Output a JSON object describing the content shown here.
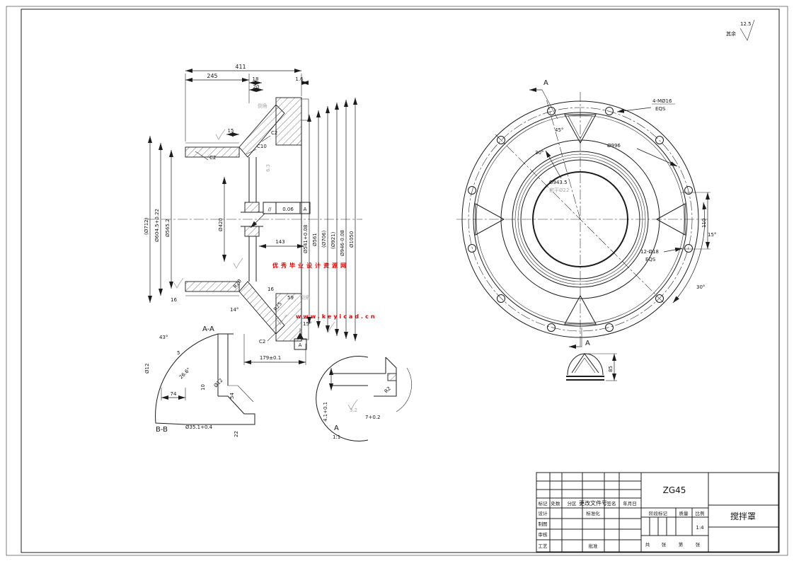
{
  "frame": {
    "note_rest": "其余",
    "note_rough": "12.5"
  },
  "watermark": {
    "line1": "优秀毕业设计资源网",
    "line2": "www.keyicad.cn",
    "color": "#f20000"
  },
  "left_view": {
    "d411": "411",
    "d245": "245",
    "d18": "18",
    "d20": "20",
    "d1_6": "1.6",
    "d15": "15",
    "c2_top": "C2",
    "c10": "C10",
    "c2_left": "C2",
    "chamfer_note": "倒角",
    "rough63": "6.3",
    "d712": "(Ø712)",
    "d604": "Ø604.5+0.22",
    "d565": "Ø565.2",
    "d420": "Ø420",
    "fcf_sym": "//",
    "fcf_val": "0.06",
    "fcf_datum": "A",
    "d143": "143",
    "d541": "Ø541+0.08",
    "d561": "Ø561",
    "d706": "(Ø706)",
    "d921": "(Ø921)",
    "d946": "Ø946-0.08",
    "d1050": "Ø1050",
    "d179": "179±0.1",
    "a14": "14°",
    "d16a": "16",
    "d16b": "16",
    "d59": "59",
    "chamfer_note2": "倒角",
    "r25": "R25",
    "r20": "R20",
    "a15": "15°",
    "c2_bot": "C2",
    "datum": "A",
    "aa": "A-A"
  },
  "section_bb": {
    "bb": "B-B",
    "a43": "43°",
    "d5": "5",
    "dia12a": "Ø12",
    "a26": "26.6°",
    "d74": "74",
    "d10": "10",
    "dia12b": "Ø12",
    "d54": "54",
    "d351": "Ø35.1+0.4",
    "d22": "22"
  },
  "detail_a": {
    "label": "A",
    "scale": "1:1",
    "d41": "4.1+0.1",
    "d7": "7+0.2",
    "r2": "R2",
    "rough": "3.2"
  },
  "right_view": {
    "sec_a_top": "A",
    "sec_a_bot": "A",
    "m16": "4-MØ16",
    "eqs": "EQS",
    "d996": "Ø996",
    "a45": "45°",
    "a30": "30°",
    "d9435": "Ø943.5",
    "spotface": "锪平Ø22",
    "d1218": "12-Ø18",
    "eqs2": "EQS",
    "d110": "110",
    "a15": "15°",
    "a30b": "30°",
    "d85": "85"
  },
  "title_block": {
    "material": "ZG45",
    "part_name": "搅拌罩",
    "scale": "1:4",
    "h_mark": "标记",
    "h_count": "处数",
    "h_zone": "分区",
    "h_doc": "更改文件号",
    "h_sign": "签名",
    "h_date": "年月日",
    "r_design": "设计",
    "r_draw": "制图",
    "r_check": "审核",
    "r_process": "工艺",
    "std": "标准化",
    "approve": "批准",
    "stage": "阶段标记",
    "mass": "质量",
    "ratio": "比例",
    "sheet_total": "共",
    "sheet_unit": "张",
    "sheet_no": "第",
    "sheet_unit2": "张"
  }
}
